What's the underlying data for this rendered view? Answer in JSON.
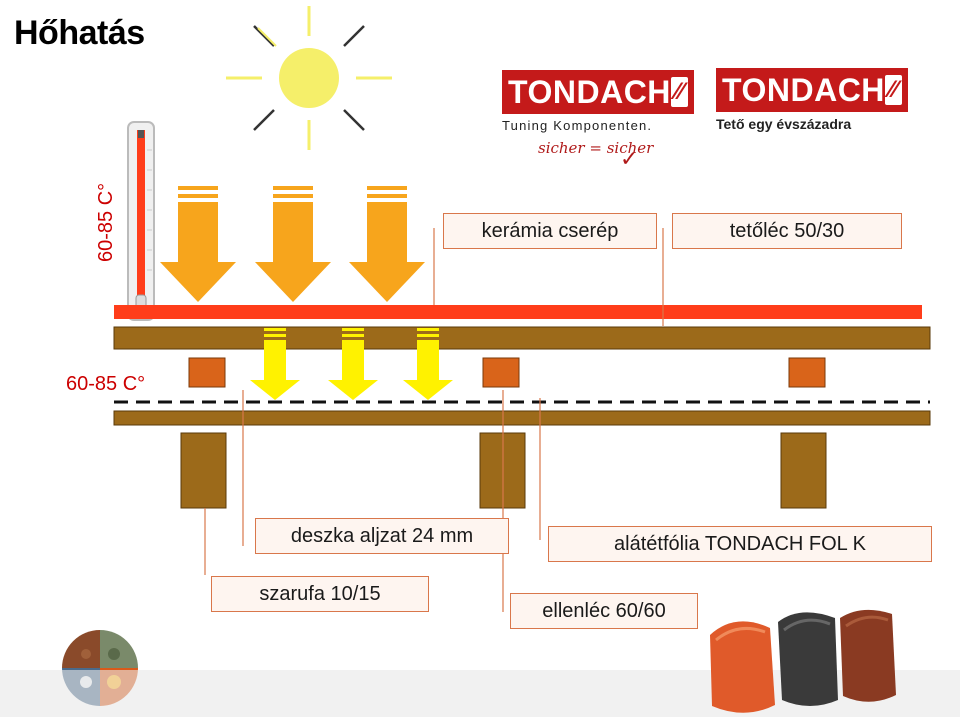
{
  "title": "Hőhatás",
  "temperature": {
    "vertical": "60-85 C°",
    "horizontal": "60-85  C°"
  },
  "labels": {
    "ceramic_tile": "kerámia cserép",
    "roof_batten": "tetőléc 50/30",
    "deck_board": "deszka aljzat 24 mm",
    "underlay_foil": "alátétfólia TONDACH FOL K",
    "rafter": "szarufa 10/15",
    "counter_batten": "ellenléc 60/60"
  },
  "logos": {
    "left": {
      "brand": "TONDACH",
      "subtitle": "Tuning Komponenten.",
      "tagline": "sicher = sicher"
    },
    "right": {
      "brand": "TONDACH",
      "subtitle": "Tető egy évszázadra"
    }
  },
  "colors": {
    "tile_layer": "#ff3d1a",
    "wood": "#9c6a1a",
    "batten": "#d9641a",
    "arrow_orange": "#f7a51c",
    "arrow_yellow": "#fff200",
    "sun": "#f5ef6a",
    "label_border": "#d9774b",
    "brand_red": "#c41a1a"
  }
}
